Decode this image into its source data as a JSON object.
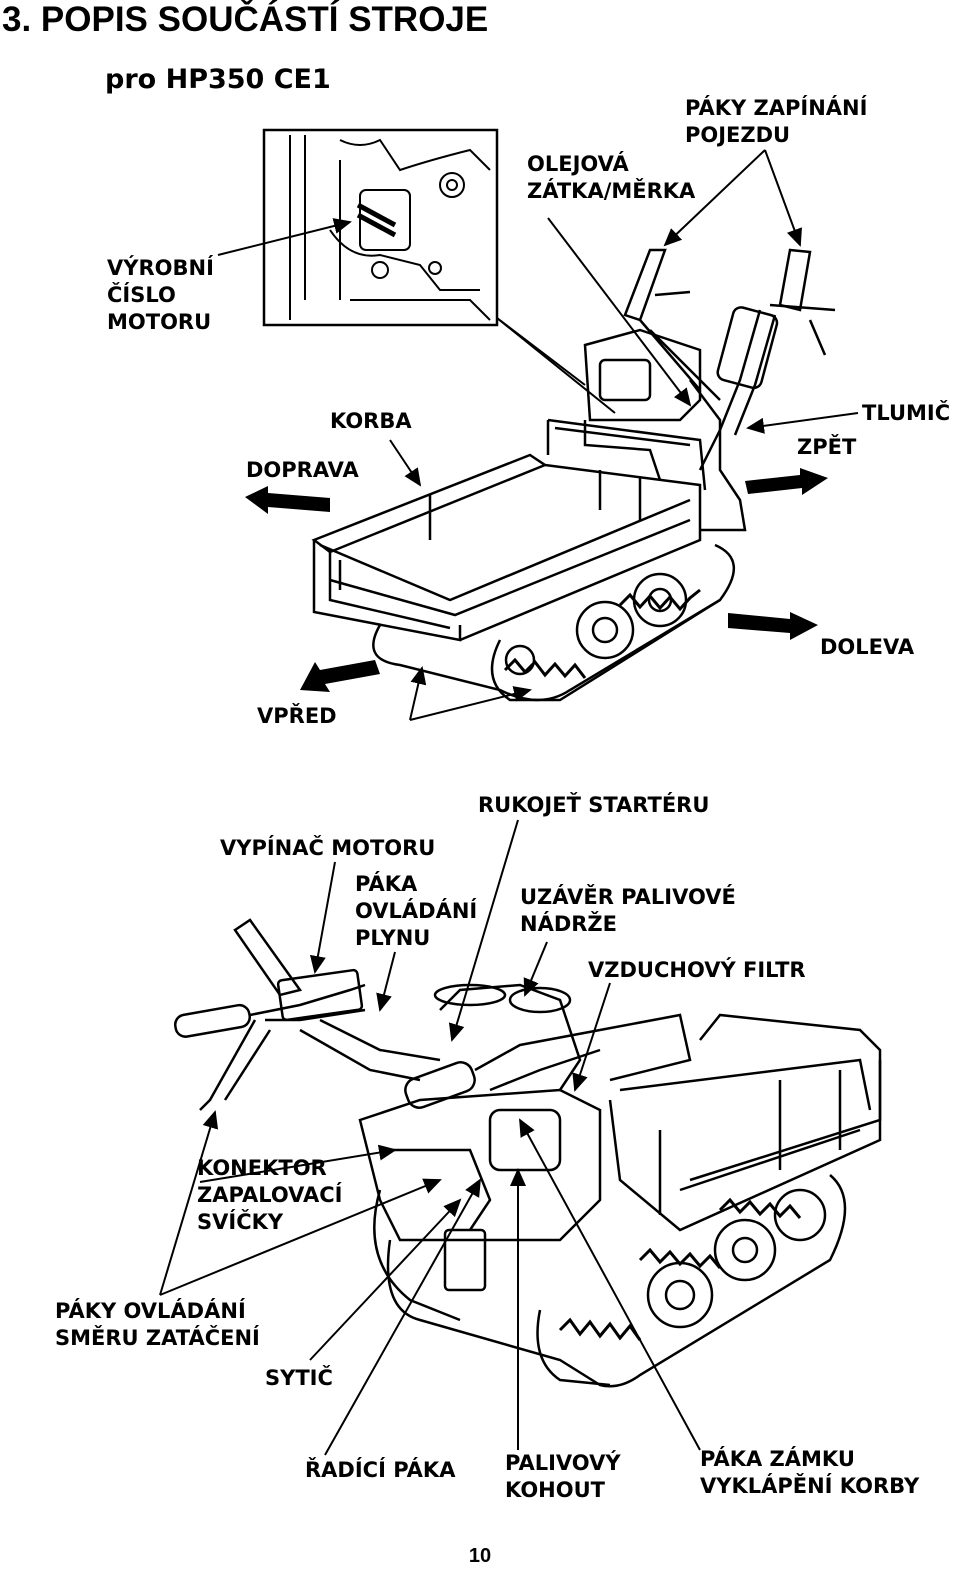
{
  "heading": "3. POPIS SOUČÁSTÍ STROJE",
  "model_caption": "pro HP350 CE1",
  "top_labels": {
    "paky_zapinani": [
      "PÁKY ZAPÍNÁNÍ",
      "POJEZDU"
    ],
    "olejova": [
      "OLEJOVÁ",
      "ZÁTKA/MĚRKA"
    ],
    "vyrobni": [
      "VÝROBNÍ",
      "ČÍSLO",
      "MOTORU"
    ],
    "korba": "KORBA",
    "tlumic": "TLUMIČ",
    "doprava": "DOPRAVA",
    "zpet": "ZPĚT",
    "doleva": "DOLEVA",
    "vpred": "VPŘED"
  },
  "bottom_labels": {
    "rukojet": "RUKOJEŤ STARTÉRU",
    "vypinac": "VYPÍNAČ MOTORU",
    "paka_plynu": [
      "PÁKA",
      "OVLÁDÁNÍ",
      "PLYNU"
    ],
    "uzaver": [
      "UZÁVĚR PALIVOVÉ",
      "NÁDRŽE"
    ],
    "vzduchovy": "VZDUCHOVÝ FILTR",
    "konektor": [
      "KONEKTOR",
      "ZAPALOVACÍ",
      "SVÍČKY"
    ],
    "paky_smeru": [
      "PÁKY OVLÁDÁNÍ",
      "SMĚRU ZATÁČENÍ"
    ],
    "sytic": "SYTIČ",
    "radici": "ŘADÍCÍ PÁKA",
    "palivovy": [
      "PALIVOVÝ",
      "KOHOUT"
    ],
    "paka_zamku": [
      "PÁKA ZÁMKU",
      "VYKLÁPĚNÍ KORBY"
    ]
  },
  "page_number": "10"
}
